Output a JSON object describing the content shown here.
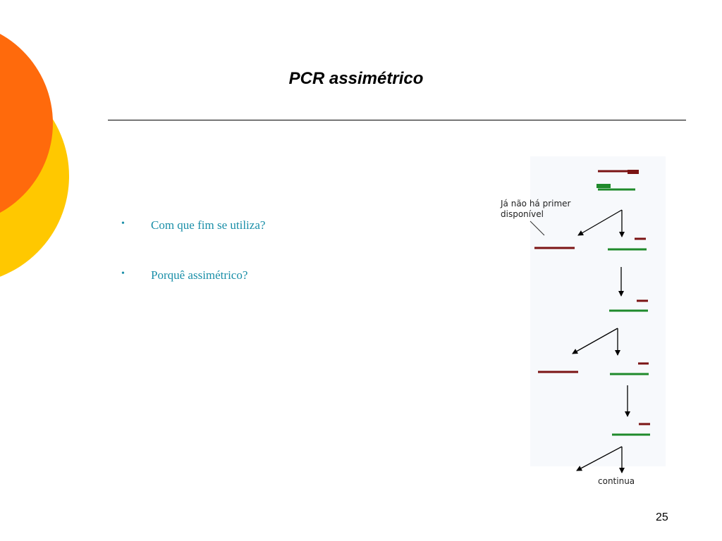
{
  "slide": {
    "title": "PCR assimétrico",
    "bullets": [
      "Com que fim se utiliza?",
      "Porquê assimétrico?"
    ],
    "page_number": "25"
  },
  "diagram": {
    "annotation_line1": "Já não há primer",
    "annotation_line2": "disponível",
    "continue_label": "continua",
    "colors": {
      "strand_red": "#7b1414",
      "strand_green": "#1f8a2b",
      "arrow": "#000000",
      "deco_orange": "#ff6a0c",
      "deco_yellow": "#ffc800"
    }
  }
}
